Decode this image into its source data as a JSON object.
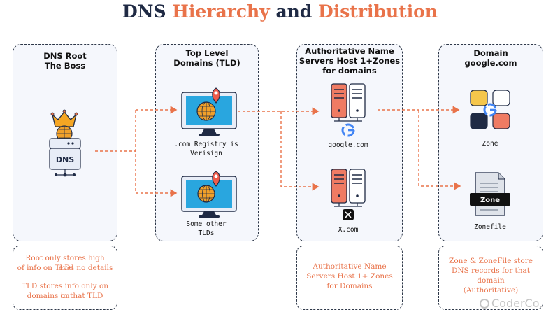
{
  "title": {
    "part1": "DNS ",
    "part2": "Hierarchy",
    "part3": " and ",
    "part4": "Distribution"
  },
  "panels": {
    "root": {
      "line1": "DNS Root",
      "line2": "The Boss"
    },
    "tld": {
      "line1": "Top Level",
      "line2": "Domains (TLD)"
    },
    "auth": {
      "line1": "Authoritative Name",
      "line2": "Servers Host 1+Zones",
      "line3": "for domains"
    },
    "domain": {
      "line1": "Domain",
      "line2": "google.com"
    }
  },
  "labels": {
    "dns_box": "DNS",
    "com_registry_1": ".com Registry is",
    "com_registry_2": "Verisign",
    "other_tlds_1": "Some other",
    "other_tlds_2": "TLDs",
    "google": "google.com",
    "x": "X.com",
    "zone": "Zone",
    "zone_doc": "Zone",
    "zonefile": "Zonefile"
  },
  "notes": {
    "root": {
      "l1": "Root only stores high level",
      "l2": "of info on TLDs no details",
      "l3": "TLD stores info only on on",
      "l4": "domains in that TLD"
    },
    "auth": {
      "l1": "Authoritative Name",
      "l2": "Servers Host 1+ Zones",
      "l3": "for Domains"
    },
    "domain": {
      "l1": "Zone & ZoneFile store",
      "l2": "DNS records for that",
      "l3": "domain",
      "l4": "(Authoritative)"
    }
  },
  "brand": "CoderCo.",
  "colors": {
    "accent": "#e9734a",
    "navy": "#1f2a44",
    "panel_bg": "#f5f7fc",
    "server_red": "#ef7b63",
    "globe": "#f0a02a",
    "screen": "#29a6df"
  }
}
